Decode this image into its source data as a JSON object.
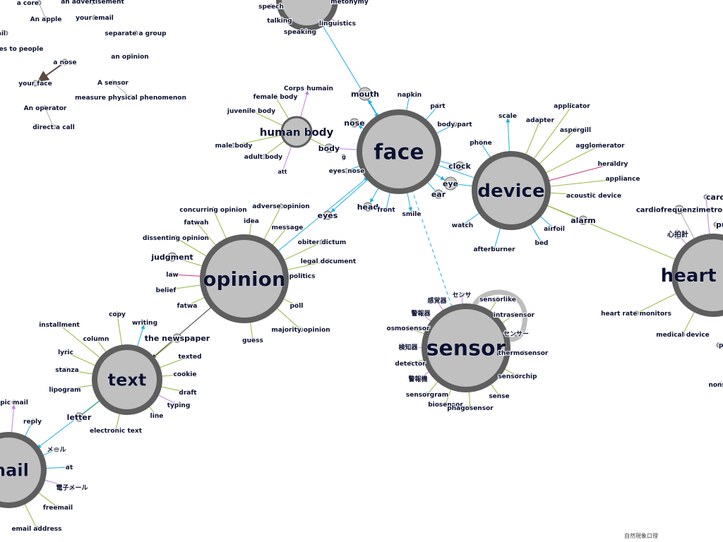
{
  "colors": {
    "background": "#ffffff",
    "hub_fill": "#c0c0c0",
    "hub_stroke": "#5e5e5e",
    "small_node_fill": "#c8c8c8",
    "small_node_stroke": "#666666",
    "label": "#0a1030",
    "edge_green": "#8fb83a",
    "edge_cyan": "#1aaee5",
    "edge_violet": "#c07ee0",
    "edge_magenta": "#d0307a",
    "edge_dark": "#333333",
    "edge_brown": "#5a4a42",
    "edge_gray": "#aaaaaa"
  },
  "hubs": [
    {
      "id": "face",
      "label": "face"
    },
    {
      "id": "device",
      "label": "device"
    },
    {
      "id": "opinion",
      "label": "opinion"
    },
    {
      "id": "text",
      "label": "text"
    },
    {
      "id": "sensor",
      "label": "sensor"
    },
    {
      "id": "heartrate",
      "label": "heart rate"
    },
    {
      "id": "mail",
      "label": "mail"
    },
    {
      "id": "humanbody",
      "label": "human body"
    },
    {
      "id": "speech",
      "label": ""
    }
  ],
  "nodes": [
    {
      "id": "n_acore",
      "label": "a core"
    },
    {
      "id": "n_advert",
      "label": "an advertisement"
    },
    {
      "id": "n_anapple",
      "label": "An apple"
    },
    {
      "id": "n_youremail",
      "label": "your email"
    },
    {
      "id": "n_mail_l",
      "label": "mail"
    },
    {
      "id": "n_sepgroup",
      "label": "separate a group"
    },
    {
      "id": "n_topeople",
      "label": "es to people"
    },
    {
      "id": "n_anopinion",
      "label": "an opinion"
    },
    {
      "id": "n_anose",
      "label": "a nose"
    },
    {
      "id": "n_yourface",
      "label": "your face"
    },
    {
      "id": "n_asensor",
      "label": "A sensor"
    },
    {
      "id": "n_measure",
      "label": "measure physical phenomenon"
    },
    {
      "id": "n_operator",
      "label": "An operator"
    },
    {
      "id": "n_directcall",
      "label": "direct a call"
    },
    {
      "id": "n_speech",
      "label": "speech"
    },
    {
      "id": "n_metonymy",
      "label": "metonymy"
    },
    {
      "id": "n_talking",
      "label": "talking"
    },
    {
      "id": "n_linguistics",
      "label": "linguistics"
    },
    {
      "id": "n_speaking",
      "label": "speaking"
    },
    {
      "id": "n_corps",
      "label": "Corps humain"
    },
    {
      "id": "n_femalebody",
      "label": "female body"
    },
    {
      "id": "n_juvbody",
      "label": "juvenile body"
    },
    {
      "id": "n_malebody",
      "label": "male body"
    },
    {
      "id": "n_adultbody",
      "label": "adult body"
    },
    {
      "id": "n_body",
      "label": "body"
    },
    {
      "id": "n_mouth",
      "label": "mouth"
    },
    {
      "id": "n_napkin",
      "label": "napkin"
    },
    {
      "id": "n_part",
      "label": "part"
    },
    {
      "id": "n_bodypart",
      "label": "body part"
    },
    {
      "id": "n_nose",
      "label": "nose"
    },
    {
      "id": "n_eyesnose",
      "label": "eyes nose"
    },
    {
      "id": "n_clock",
      "label": "clock"
    },
    {
      "id": "n_eye",
      "label": "eye"
    },
    {
      "id": "n_ear",
      "label": "ear"
    },
    {
      "id": "n_head",
      "label": "head"
    },
    {
      "id": "n_front",
      "label": "front"
    },
    {
      "id": "n_smile",
      "label": "smile"
    },
    {
      "id": "n_eyes",
      "label": "eyes"
    },
    {
      "id": "n_scale",
      "label": "scale"
    },
    {
      "id": "n_applicator",
      "label": "applicator"
    },
    {
      "id": "n_adapter",
      "label": "adapter"
    },
    {
      "id": "n_aspergill",
      "label": "aspergill"
    },
    {
      "id": "n_agglom",
      "label": "agglomerator"
    },
    {
      "id": "n_phone",
      "label": "phone"
    },
    {
      "id": "n_heraldry",
      "label": "heraldry"
    },
    {
      "id": "n_appliance",
      "label": "appliance"
    },
    {
      "id": "n_acoustic",
      "label": "acoustic device"
    },
    {
      "id": "n_alarm",
      "label": "alarm"
    },
    {
      "id": "n_airfoil",
      "label": "airfoil"
    },
    {
      "id": "n_bed",
      "label": "bed"
    },
    {
      "id": "n_watch",
      "label": "watch"
    },
    {
      "id": "n_afterburner",
      "label": "afterburner"
    },
    {
      "id": "n_concurring",
      "label": "concurring opinion"
    },
    {
      "id": "n_adverse",
      "label": "adverse opinion"
    },
    {
      "id": "n_fatwah",
      "label": "fatwah"
    },
    {
      "id": "n_idea",
      "label": "idea"
    },
    {
      "id": "n_message",
      "label": "message"
    },
    {
      "id": "n_dissenting",
      "label": "dissenting opinion"
    },
    {
      "id": "n_obiter",
      "label": "obiter dictum"
    },
    {
      "id": "n_judgment",
      "label": "judgment"
    },
    {
      "id": "n_legaldoc",
      "label": "legal document"
    },
    {
      "id": "n_law",
      "label": "law"
    },
    {
      "id": "n_politics",
      "label": "politics"
    },
    {
      "id": "n_belief",
      "label": "belief"
    },
    {
      "id": "n_fatwa",
      "label": "fatwa"
    },
    {
      "id": "n_poll",
      "label": "poll"
    },
    {
      "id": "n_majority",
      "label": "majority opinion"
    },
    {
      "id": "n_guess",
      "label": "guess"
    },
    {
      "id": "n_newspaper",
      "label": "the newspaper"
    },
    {
      "id": "n_copy",
      "label": "copy"
    },
    {
      "id": "n_writing",
      "label": "writing"
    },
    {
      "id": "n_installment",
      "label": "installment"
    },
    {
      "id": "n_column",
      "label": "column"
    },
    {
      "id": "n_lyric",
      "label": "lyric"
    },
    {
      "id": "n_texted",
      "label": "texted"
    },
    {
      "id": "n_stanza",
      "label": "stanza"
    },
    {
      "id": "n_cookie",
      "label": "cookie"
    },
    {
      "id": "n_lipogram",
      "label": "lipogram"
    },
    {
      "id": "n_draft",
      "label": "draft"
    },
    {
      "id": "n_typing",
      "label": "typing"
    },
    {
      "id": "n_line",
      "label": "line"
    },
    {
      "id": "n_letter",
      "label": "letter"
    },
    {
      "id": "n_electext",
      "label": "electronic text"
    },
    {
      "id": "n_picmail",
      "label": "pic mail"
    },
    {
      "id": "n_reply",
      "label": "reply"
    },
    {
      "id": "n_meeru",
      "label": "メール"
    },
    {
      "id": "n_at",
      "label": "at"
    },
    {
      "id": "n_denshi",
      "label": "電子メール"
    },
    {
      "id": "n_freemail",
      "label": "freemail"
    },
    {
      "id": "n_emailaddr",
      "label": "email address"
    },
    {
      "id": "n_sensa",
      "label": "センサ"
    },
    {
      "id": "n_kankaku",
      "label": "感覚器"
    },
    {
      "id": "n_sensorlike",
      "label": "sensorlike"
    },
    {
      "id": "n_keihouki",
      "label": "警報器"
    },
    {
      "id": "n_intrasensor",
      "label": "intrasensor"
    },
    {
      "id": "n_osmosensor",
      "label": "osmosensor"
    },
    {
      "id": "n_sensaa",
      "label": "センサー"
    },
    {
      "id": "n_kenchi",
      "label": "検知器"
    },
    {
      "id": "n_thermosensor",
      "label": "thermosensor"
    },
    {
      "id": "n_detector",
      "label": "detector"
    },
    {
      "id": "n_sensorchip",
      "label": "sensorchip"
    },
    {
      "id": "n_keihouki2",
      "label": "警報機"
    },
    {
      "id": "n_sensorgram",
      "label": "sensorgram"
    },
    {
      "id": "n_sense",
      "label": "sense"
    },
    {
      "id": "n_biosensor",
      "label": "biosensor"
    },
    {
      "id": "n_phago",
      "label": "phagosensor"
    },
    {
      "id": "n_cardiofre",
      "label": "cardiofré"
    },
    {
      "id": "n_cardiofreq",
      "label": "cardiofrequenzimetro"
    },
    {
      "id": "n_shinpaku",
      "label": "心拍計"
    },
    {
      "id": "n_pu",
      "label": "pu"
    },
    {
      "id": "n_hrmonitors",
      "label": "heart rate monitors"
    },
    {
      "id": "n_medical",
      "label": "medical device"
    },
    {
      "id": "n_p",
      "label": "p"
    },
    {
      "id": "n_nonstr",
      "label": "nonstr"
    },
    {
      "id": "n_small1",
      "label": "g"
    },
    {
      "id": "n_small2",
      "label": "att"
    }
  ],
  "footer_label": "自然現象口理"
}
